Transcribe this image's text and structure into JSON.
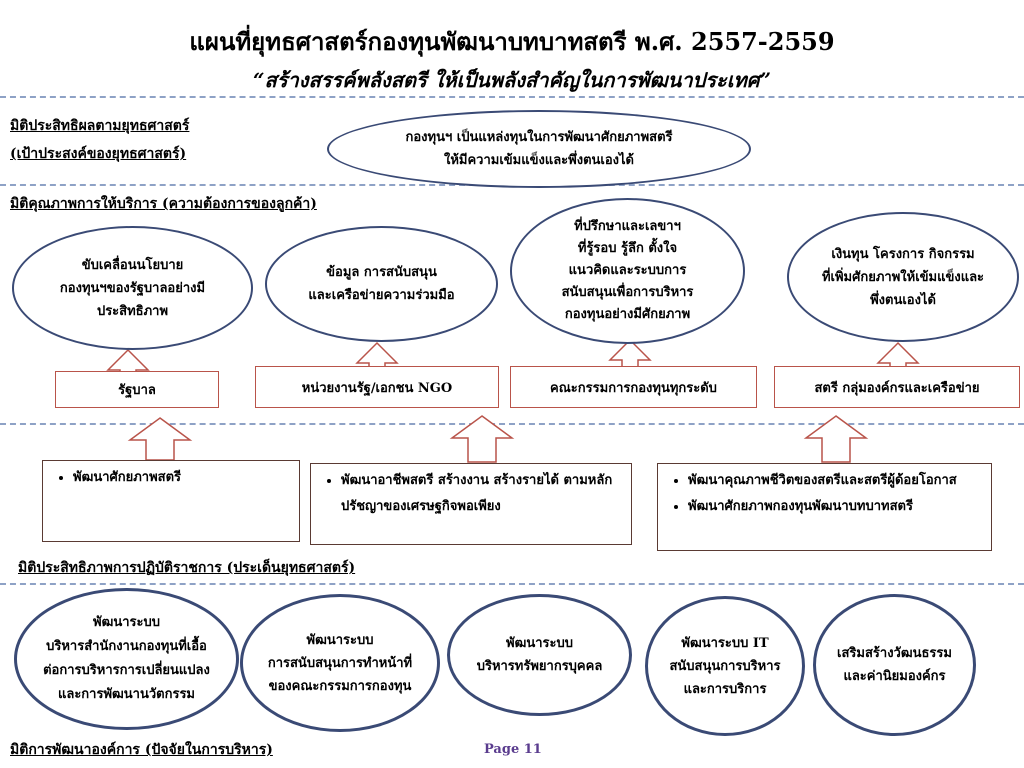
{
  "title": "แผนที่ยุทธศาสตร์กองทุนพัฒนาบทบาทสตรี พ.ศ. 2557-2559",
  "subtitle": "“สร้างสรรค์พลังสตรี ให้เป็นพลังสำคัญในการพัฒนาประเทศ”",
  "sections": {
    "s1_line1": "มิติประสิทธิผลตามยุทธศาสตร์",
    "s1_line2": "(เป้าประสงค์ของยุทธศาสตร์)",
    "s2": "มิติคุณภาพการให้บริการ (ความต้องการของลูกค้า)",
    "s3": "มิติประสิทธิภาพการปฏิบัติราชการ (ประเด็นยุทธศาสตร์)",
    "s4": "มิติการพัฒนาองค์การ (ปัจจัยในการบริหาร)"
  },
  "goal_lines": [
    "กองทุนฯ เป็นแหล่งทุนในการพัฒนาศักยภาพสตรี",
    "ให้มีความเข้มแข็งและพึ่งตนเองได้"
  ],
  "quality_ellipses": [
    {
      "lines": [
        "ขับเคลื่อนนโยบาย",
        "กองทุนฯของรัฐบาลอย่างมี",
        "ประสิทธิภาพ"
      ]
    },
    {
      "lines": [
        "ข้อมูล การสนับสนุน",
        "และเครือข่ายความร่วมมือ"
      ]
    },
    {
      "lines": [
        "ที่ปรึกษาและเลขาฯ",
        "ที่รู้รอบ รู้ลึก ตั้งใจ",
        "แนวคิดและระบบการ",
        "สนับสนุนเพื่อการบริหาร",
        "กองทุนอย่างมีศักยภาพ"
      ]
    },
    {
      "lines": [
        "เงินทุน โครงการ กิจกรรม",
        "ที่เพิ่มศักยภาพให้เข้มแข็งและ",
        "พึ่งตนเองได้"
      ]
    }
  ],
  "stakeholders": [
    "รัฐบาล",
    "หน่วยงานรัฐ/เอกชน NGO",
    "คณะกรรมการกองทุนทุกระดับ",
    "สตรี กลุ่มองค์กรและเครือข่าย"
  ],
  "strategy_boxes": [
    {
      "items": [
        "พัฒนาศักยภาพสตรี"
      ]
    },
    {
      "items": [
        "พัฒนาอาชีพสตรี สร้างงาน สร้างรายได้ ตามหลักปรัชญาของเศรษฐกิจพอเพียง"
      ]
    },
    {
      "items": [
        "พัฒนาคุณภาพชีวิตของสตรีและสตรีผู้ด้อยโอกาส",
        "พัฒนาศักยภาพกองทุนพัฒนาบทบาทสตรี"
      ]
    }
  ],
  "org_ellipses": [
    {
      "lines": [
        "พัฒนาระบบ",
        "บริหารสำนักงานกองทุนที่เอื้อ",
        "ต่อการบริหารการเปลี่ยนแปลง",
        "และการพัฒนานวัตกรรม"
      ]
    },
    {
      "lines": [
        "พัฒนาระบบ",
        "การสนับสนุนการทำหน้าที่",
        "ของคณะกรรมการกองทุน"
      ]
    },
    {
      "lines": [
        "พัฒนาระบบ",
        "บริหารทรัพยากรบุคคล"
      ]
    },
    {
      "lines": [
        "พัฒนาระบบ IT",
        "สนับสนุนการบริหาร",
        "และการบริการ"
      ]
    },
    {
      "lines": [
        "เสริมสร้างวัฒนธรรม",
        "และค่านิยมองค์กร"
      ]
    }
  ],
  "page_label": "Page 11",
  "colors": {
    "ellipse_border": "#3a4a75",
    "box_border": "#b9544a",
    "dash": "#8ea2c6"
  }
}
